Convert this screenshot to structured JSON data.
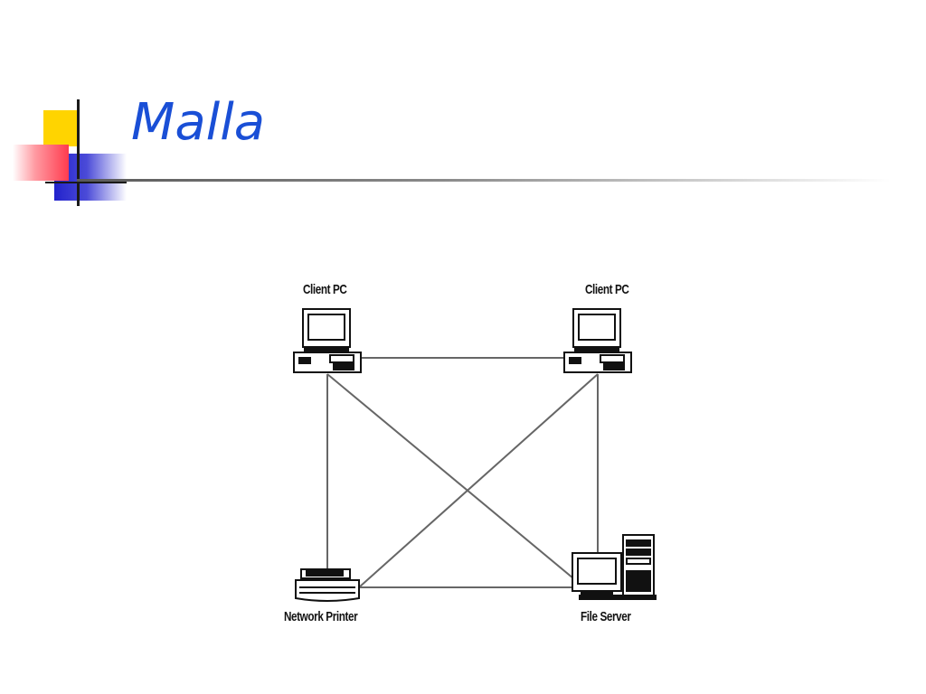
{
  "slide": {
    "title": "Malla"
  },
  "diagram": {
    "nodes": [
      {
        "id": "pc-left",
        "label": "Client PC",
        "icon": "desktop-computer-icon"
      },
      {
        "id": "pc-right",
        "label": "Client PC",
        "icon": "desktop-computer-icon"
      },
      {
        "id": "printer",
        "label": "Network Printer",
        "icon": "printer-icon"
      },
      {
        "id": "server",
        "label": "File Server",
        "icon": "file-server-icon"
      }
    ],
    "links": [
      [
        "pc-left",
        "pc-right"
      ],
      [
        "pc-left",
        "printer"
      ],
      [
        "pc-right",
        "server"
      ],
      [
        "printer",
        "server"
      ],
      [
        "pc-left",
        "server"
      ],
      [
        "pc-right",
        "printer"
      ]
    ],
    "colors": {
      "title": "#1a4fd6",
      "line": "#666666",
      "device": "#111111"
    }
  }
}
